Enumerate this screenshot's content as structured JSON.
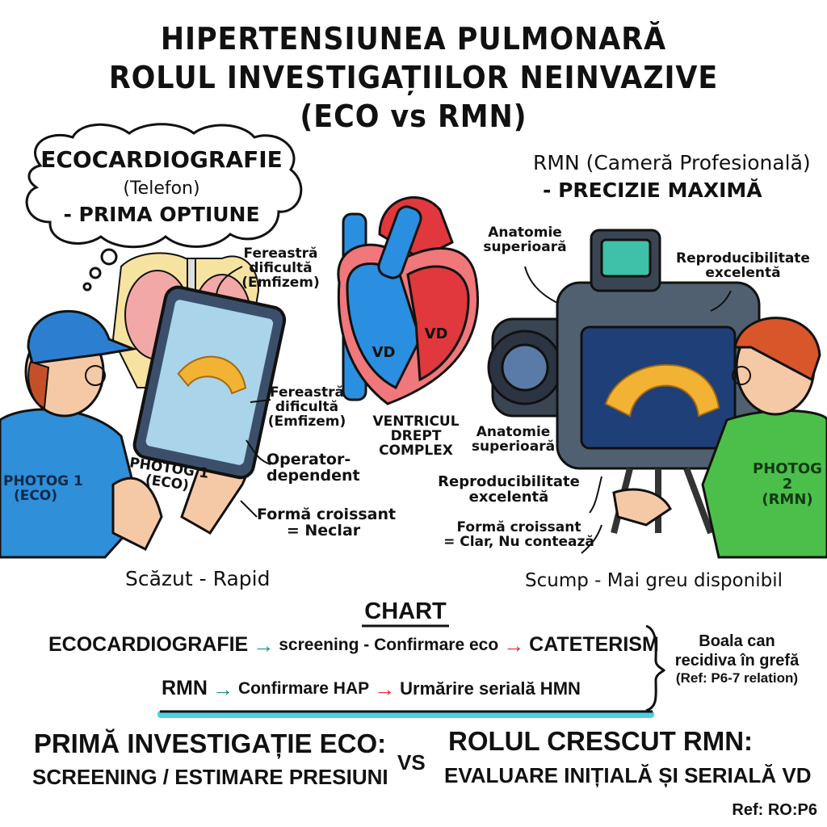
{
  "title": {
    "line1": "HIPERTENSIUNEA PULMONARĂ",
    "line2": "ROLUL INVESTIGAȚIILOR NEINVAZIVE",
    "line3": "(ECO vs RMN)"
  },
  "eco": {
    "cloud_title": "ECOCARDIOGRAFIE",
    "cloud_sub": "(Telefon)",
    "cloud_tag": "- PRIMA OPTIUNE",
    "label_window_top": [
      "Fereastră",
      "dificultă",
      "(Emfizem)"
    ],
    "label_window": [
      "Fereastră",
      "dificultă",
      "(Emfizem)"
    ],
    "label_operator": [
      "Operator-",
      "dependent"
    ],
    "label_shape": [
      "Formă croissant",
      "= Neclar"
    ],
    "shirt": [
      "PHOTOG 1",
      "(ECO)"
    ],
    "tablet_caption": [
      "PHOTOG 1",
      "(ECO)"
    ],
    "cost": "Scăzut - Rapid"
  },
  "heart": {
    "label_left": "VD",
    "label_right": "VD",
    "caption": [
      "VENTRICUL",
      "DREPT",
      "COMPLEX"
    ]
  },
  "rmn": {
    "title": "RMN (Cameră Profesională)",
    "tag": "- PRECIZIE MAXIMĂ",
    "label_anatomy_top": [
      "Anatomie",
      "superioară"
    ],
    "label_repro_top": [
      "Reproducibilitate",
      "excelentă"
    ],
    "label_anatomy": [
      "Anatomie",
      "superioară"
    ],
    "label_repro": [
      "Reproducibilitate",
      "excelentă"
    ],
    "label_shape": [
      "Formă croissant",
      "= Clar, Nu contează"
    ],
    "shirt": [
      "PHOTOG",
      "2",
      "(RMN)"
    ],
    "cost": "Scump - Mai greu disponibil"
  },
  "chart": {
    "heading": "CHART",
    "row1": [
      "ECOCARDIOGRAFIE",
      "screening - Confirmare eco",
      "CATETERISM"
    ],
    "row2": [
      "RMN",
      "Confirmare HAP",
      "Urmărire serială HMN"
    ],
    "arrow": "→",
    "note": [
      "Boala can",
      "recidiva în grefă",
      "(Ref: P6-7 relation)"
    ],
    "colors": {
      "teal": "#1f8a86",
      "red": "#e0283a",
      "underline": "#4fd0e0"
    }
  },
  "bottom": {
    "left_title": "PRIMĂ INVESTIGAȚIE ECO:",
    "left_sub": "SCREENING / ESTIMARE PRESIUNI",
    "vs": "VS",
    "right_title": "ROLUL CRESCUT RMN:",
    "right_sub": "EVALUARE INIȚIALĂ ȘI SERIALĂ VD",
    "ref": "Ref: RO:P6"
  }
}
